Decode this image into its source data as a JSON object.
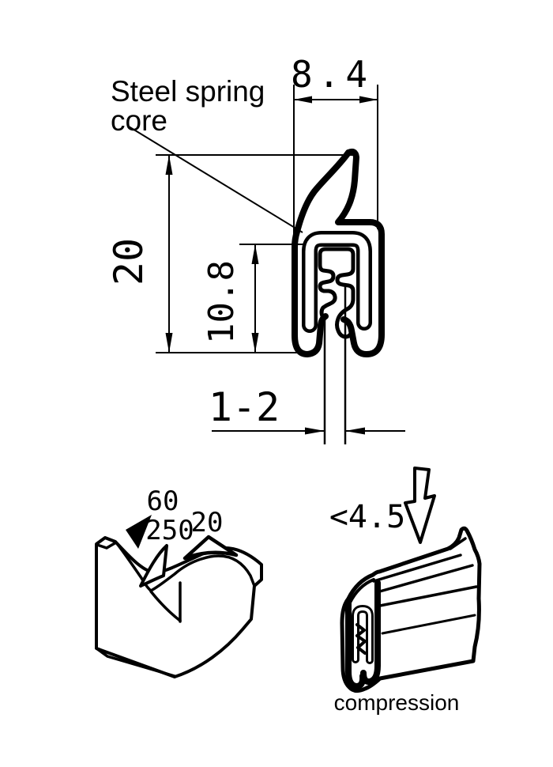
{
  "colors": {
    "ink": "#000000",
    "background": "#ffffff"
  },
  "callout": {
    "line1": "Steel spring",
    "line2": "core"
  },
  "profile_dimensions": {
    "top_width": "8.4",
    "overall_height": "20",
    "inner_height": "10.8",
    "panel_thickness_range": "1-2"
  },
  "flange_radii": {
    "r1": "60",
    "r2": "250",
    "r3": "20"
  },
  "compression_view": {
    "max_height": "<4.5",
    "caption": "compression"
  }
}
